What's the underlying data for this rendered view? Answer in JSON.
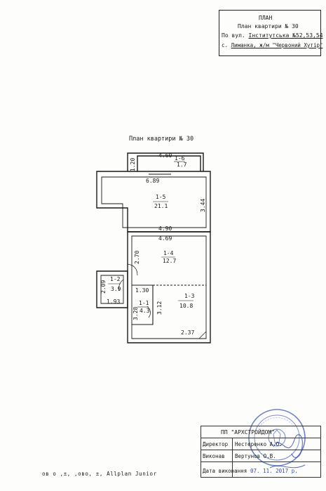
{
  "header": {
    "title": "ПЛАН",
    "subtitle": "План квартири № 30",
    "street_prefix": "По вул.",
    "street": "Інститутська №52,53,54",
    "village_prefix": "с.",
    "village": "Лиманка, ж/м \"Червоний Хутір\""
  },
  "plan": {
    "title": "План квартири № 30",
    "dimensions": {
      "balcony_top": "4.60",
      "balcony_side": "1.20",
      "living_top": "6.89",
      "living_right": "3.44",
      "living_bottom": "4.90",
      "kitchen_top": "4.69",
      "kitchen_left": "2.70",
      "storage_height": "2.09",
      "storage_width": "1.93",
      "wc_width": "1.30",
      "wc_height": "3.28",
      "hall_height": "3.12",
      "hall_bottom": "2.37"
    },
    "rooms": [
      {
        "id": "1-6",
        "area": "1.7"
      },
      {
        "id": "1-5",
        "area": "21.1"
      },
      {
        "id": "1-4",
        "area": "12.7"
      },
      {
        "id": "1-2",
        "area": "3.9"
      },
      {
        "id": "1-1",
        "area": "4.3"
      },
      {
        "id": "1-3",
        "area": "10.8"
      }
    ]
  },
  "stamp": {
    "company": "ПП \"АРХСТРОЙДОМ\"",
    "director_label": "Директор",
    "director_name": "Нестеренко А.О.",
    "executor_label": "Виконав",
    "executor_name": "Вертунов О.В.",
    "date_label": "Дата виконання",
    "date_value": "07. 11. 2017 р."
  },
  "footer": "ов о  ,±,  ,ово,  ±,  Allplan Junior",
  "colors": {
    "line": "#1a1a1a",
    "seal": "#3b5bb5",
    "signature": "#3a4aa8"
  }
}
